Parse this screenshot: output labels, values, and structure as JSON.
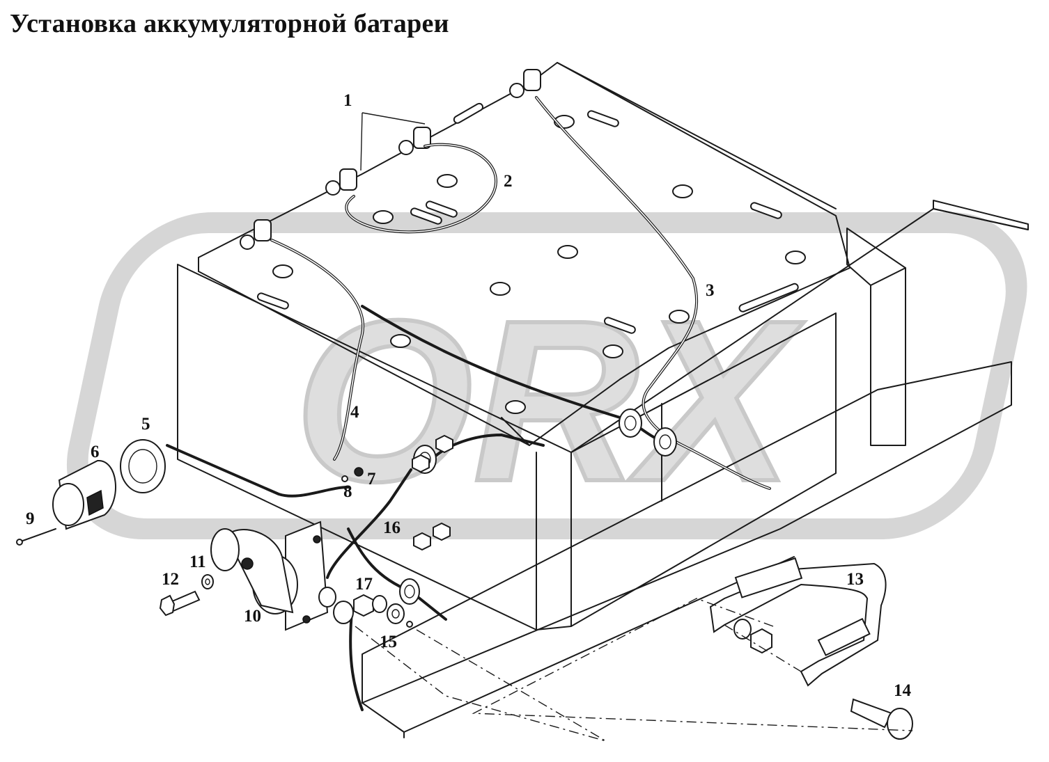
{
  "title": "Установка аккумуляторной батареи",
  "watermark": {
    "text": "ORX",
    "color": "#c9c9c9",
    "fill_color": "#dedede"
  },
  "colors": {
    "line": "#1a1a1a",
    "background": "#ffffff"
  },
  "callouts": [
    {
      "id": "1",
      "text": "1"
    },
    {
      "id": "2",
      "text": "2"
    },
    {
      "id": "3",
      "text": "3"
    },
    {
      "id": "4",
      "text": "4"
    },
    {
      "id": "5",
      "text": "5"
    },
    {
      "id": "6",
      "text": "6"
    },
    {
      "id": "7",
      "text": "7"
    },
    {
      "id": "8",
      "text": "8"
    },
    {
      "id": "9",
      "text": "9"
    },
    {
      "id": "10",
      "text": "10"
    },
    {
      "id": "11",
      "text": "11"
    },
    {
      "id": "12",
      "text": "12"
    },
    {
      "id": "13",
      "text": "13"
    },
    {
      "id": "14",
      "text": "14"
    },
    {
      "id": "15",
      "text": "15"
    },
    {
      "id": "16",
      "text": "16"
    },
    {
      "id": "17",
      "text": "17"
    }
  ]
}
